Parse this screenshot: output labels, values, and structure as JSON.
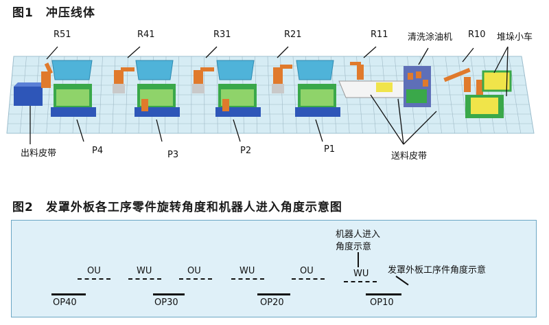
{
  "figure1": {
    "title": "图1　冲压线体",
    "robots": [
      "R51",
      "R41",
      "R31",
      "R21",
      "R11",
      "R10"
    ],
    "presses": [
      "P4",
      "P3",
      "P2",
      "P1"
    ],
    "outfeed_belt": "出料皮带",
    "infeed_belt": "送料皮带",
    "washer": "清洗涂油机",
    "stacking_cart": "堆垛小车"
  },
  "figure2": {
    "title": "图2　发罩外板各工序零件旋转角度和机器人进入角度示意图",
    "robot_note_line1": "机器人进入",
    "robot_note_line2": "角度示意",
    "part_note": "发罩外板工序件角度示意",
    "ops": [
      "OP40",
      "OP30",
      "OP20",
      "OP10"
    ],
    "ou": "OU",
    "wu": "WU"
  },
  "colors": {
    "grid_bg": "#d6ecf4",
    "press_top": "#4fb3d9",
    "die_green": "#3aa84a",
    "robot_orange": "#e07a2c",
    "panel_bg": "#dff0f8"
  }
}
